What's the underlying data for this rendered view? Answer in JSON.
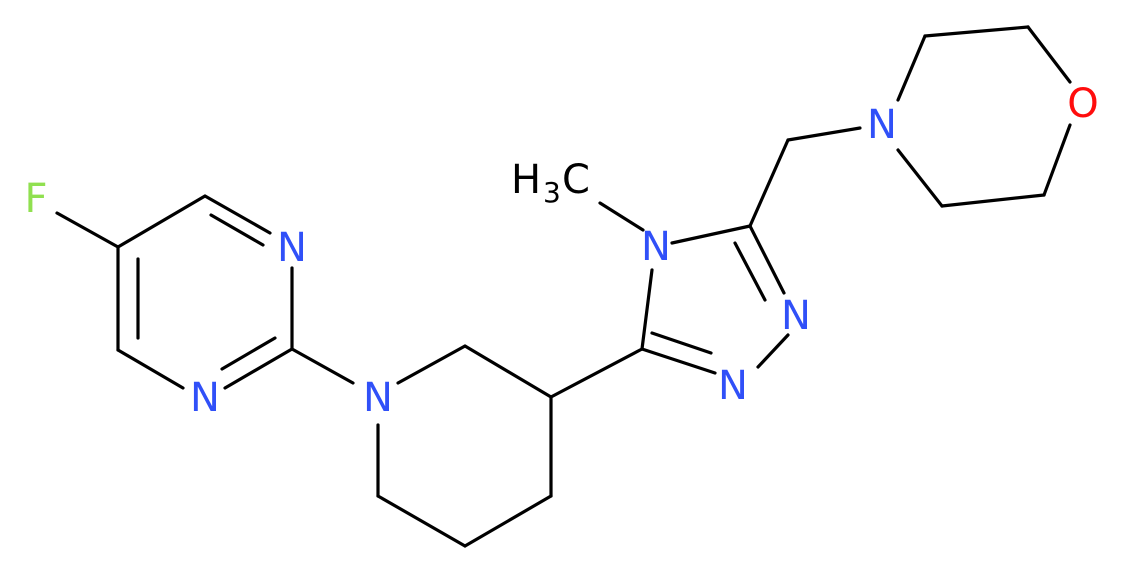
{
  "atoms": {
    "fluorine": "F",
    "pyrimidine_n_top": "N",
    "pyrimidine_n_bottom": "N",
    "piperidine_n": "N",
    "triazole_n_methyl": "N",
    "triazole_n_upper": "N",
    "triazole_n_lower": "N",
    "morpholine_n": "N",
    "morpholine_o": "O",
    "methyl_h": "H",
    "methyl_subscript": "3",
    "methyl_c": "C"
  },
  "colors": {
    "bond": "#000000",
    "nitrogen": "#3050F8",
    "oxygen": "#FF0D0D",
    "fluorine": "#90E050",
    "carbon": "#000000"
  }
}
